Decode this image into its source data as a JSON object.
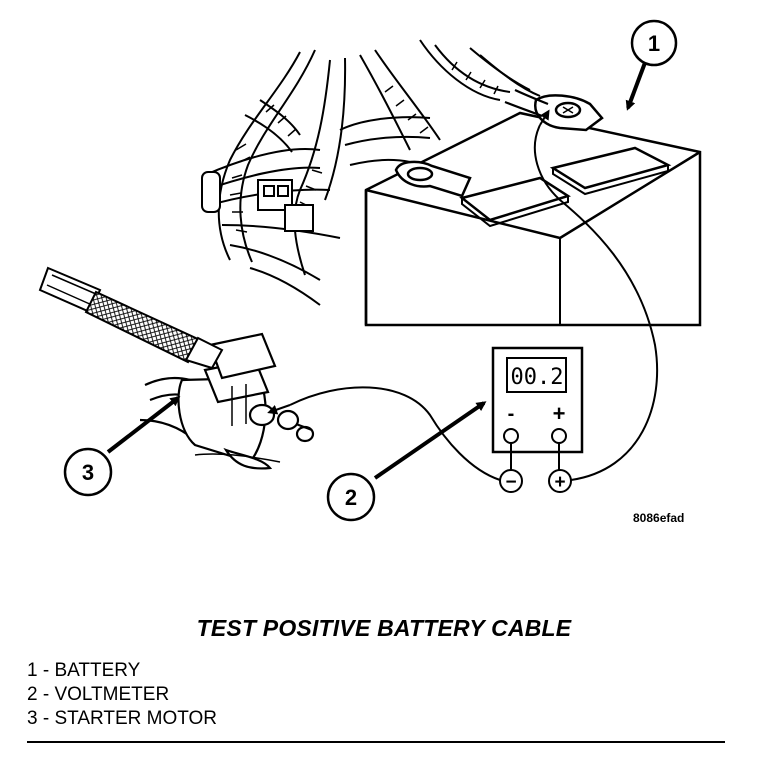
{
  "figure": {
    "code": "8086efad",
    "title": "TEST POSITIVE BATTERY CABLE",
    "meter": {
      "reading": "00.2",
      "neg_label": "-",
      "pos_label": "+",
      "neg_terminal_symbol": "−",
      "pos_terminal_symbol": "+"
    },
    "callouts": [
      "1",
      "2",
      "3"
    ]
  },
  "legend": [
    "1 - BATTERY",
    "2 - VOLTMETER",
    "3 - STARTER MOTOR"
  ]
}
